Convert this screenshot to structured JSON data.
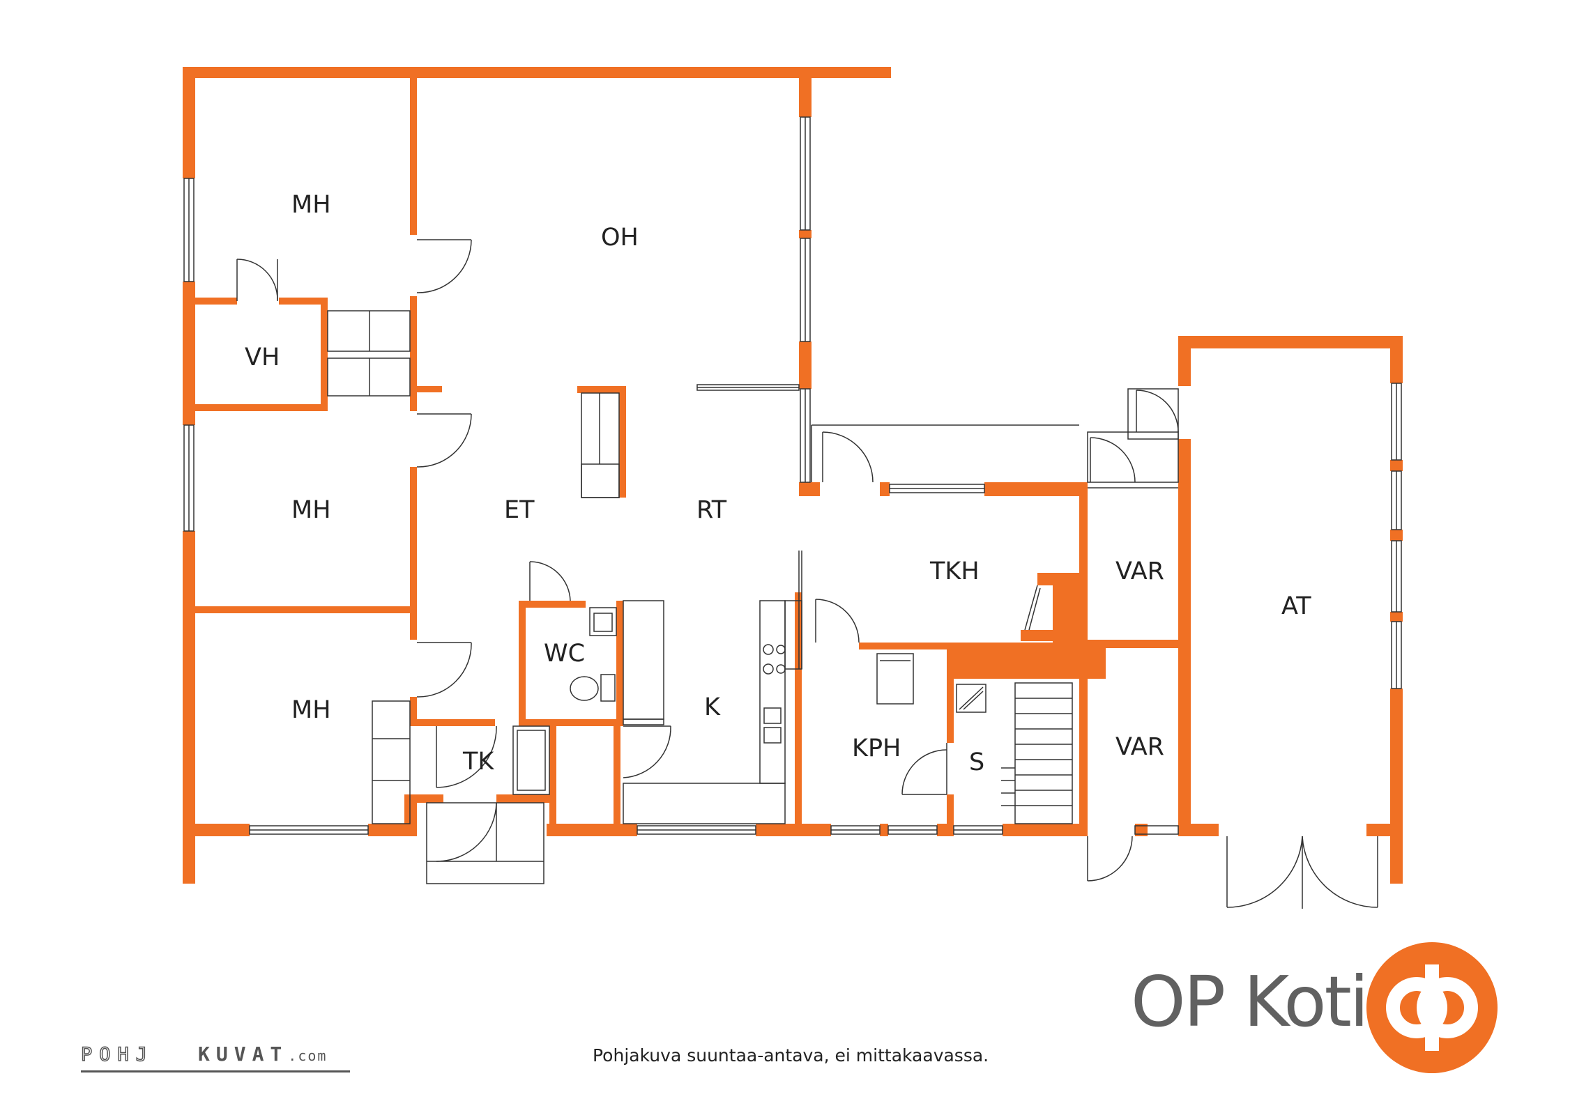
{
  "colors": {
    "wall": "#f07024",
    "line": "#333333",
    "text": "#222222",
    "brand_text": "#616161"
  },
  "rooms": {
    "mh1": "MH",
    "oh": "OH",
    "vh": "VH",
    "mh2": "MH",
    "et": "ET",
    "rt": "RT",
    "tkh": "TKH",
    "var1": "VAR",
    "at": "AT",
    "wc": "WC",
    "k": "K",
    "mh3": "MH",
    "kph": "KPH",
    "s": "S",
    "var2": "VAR",
    "tk": "TK"
  },
  "caption": "Pohjakuva suuntaa-antava, ei mittakaavassa.",
  "brand": {
    "name": "OP Koti",
    "logo_icon": "op-logo-icon"
  },
  "credit": {
    "left": "POHJ",
    "right": "KUVAT",
    "domain": ".com"
  }
}
